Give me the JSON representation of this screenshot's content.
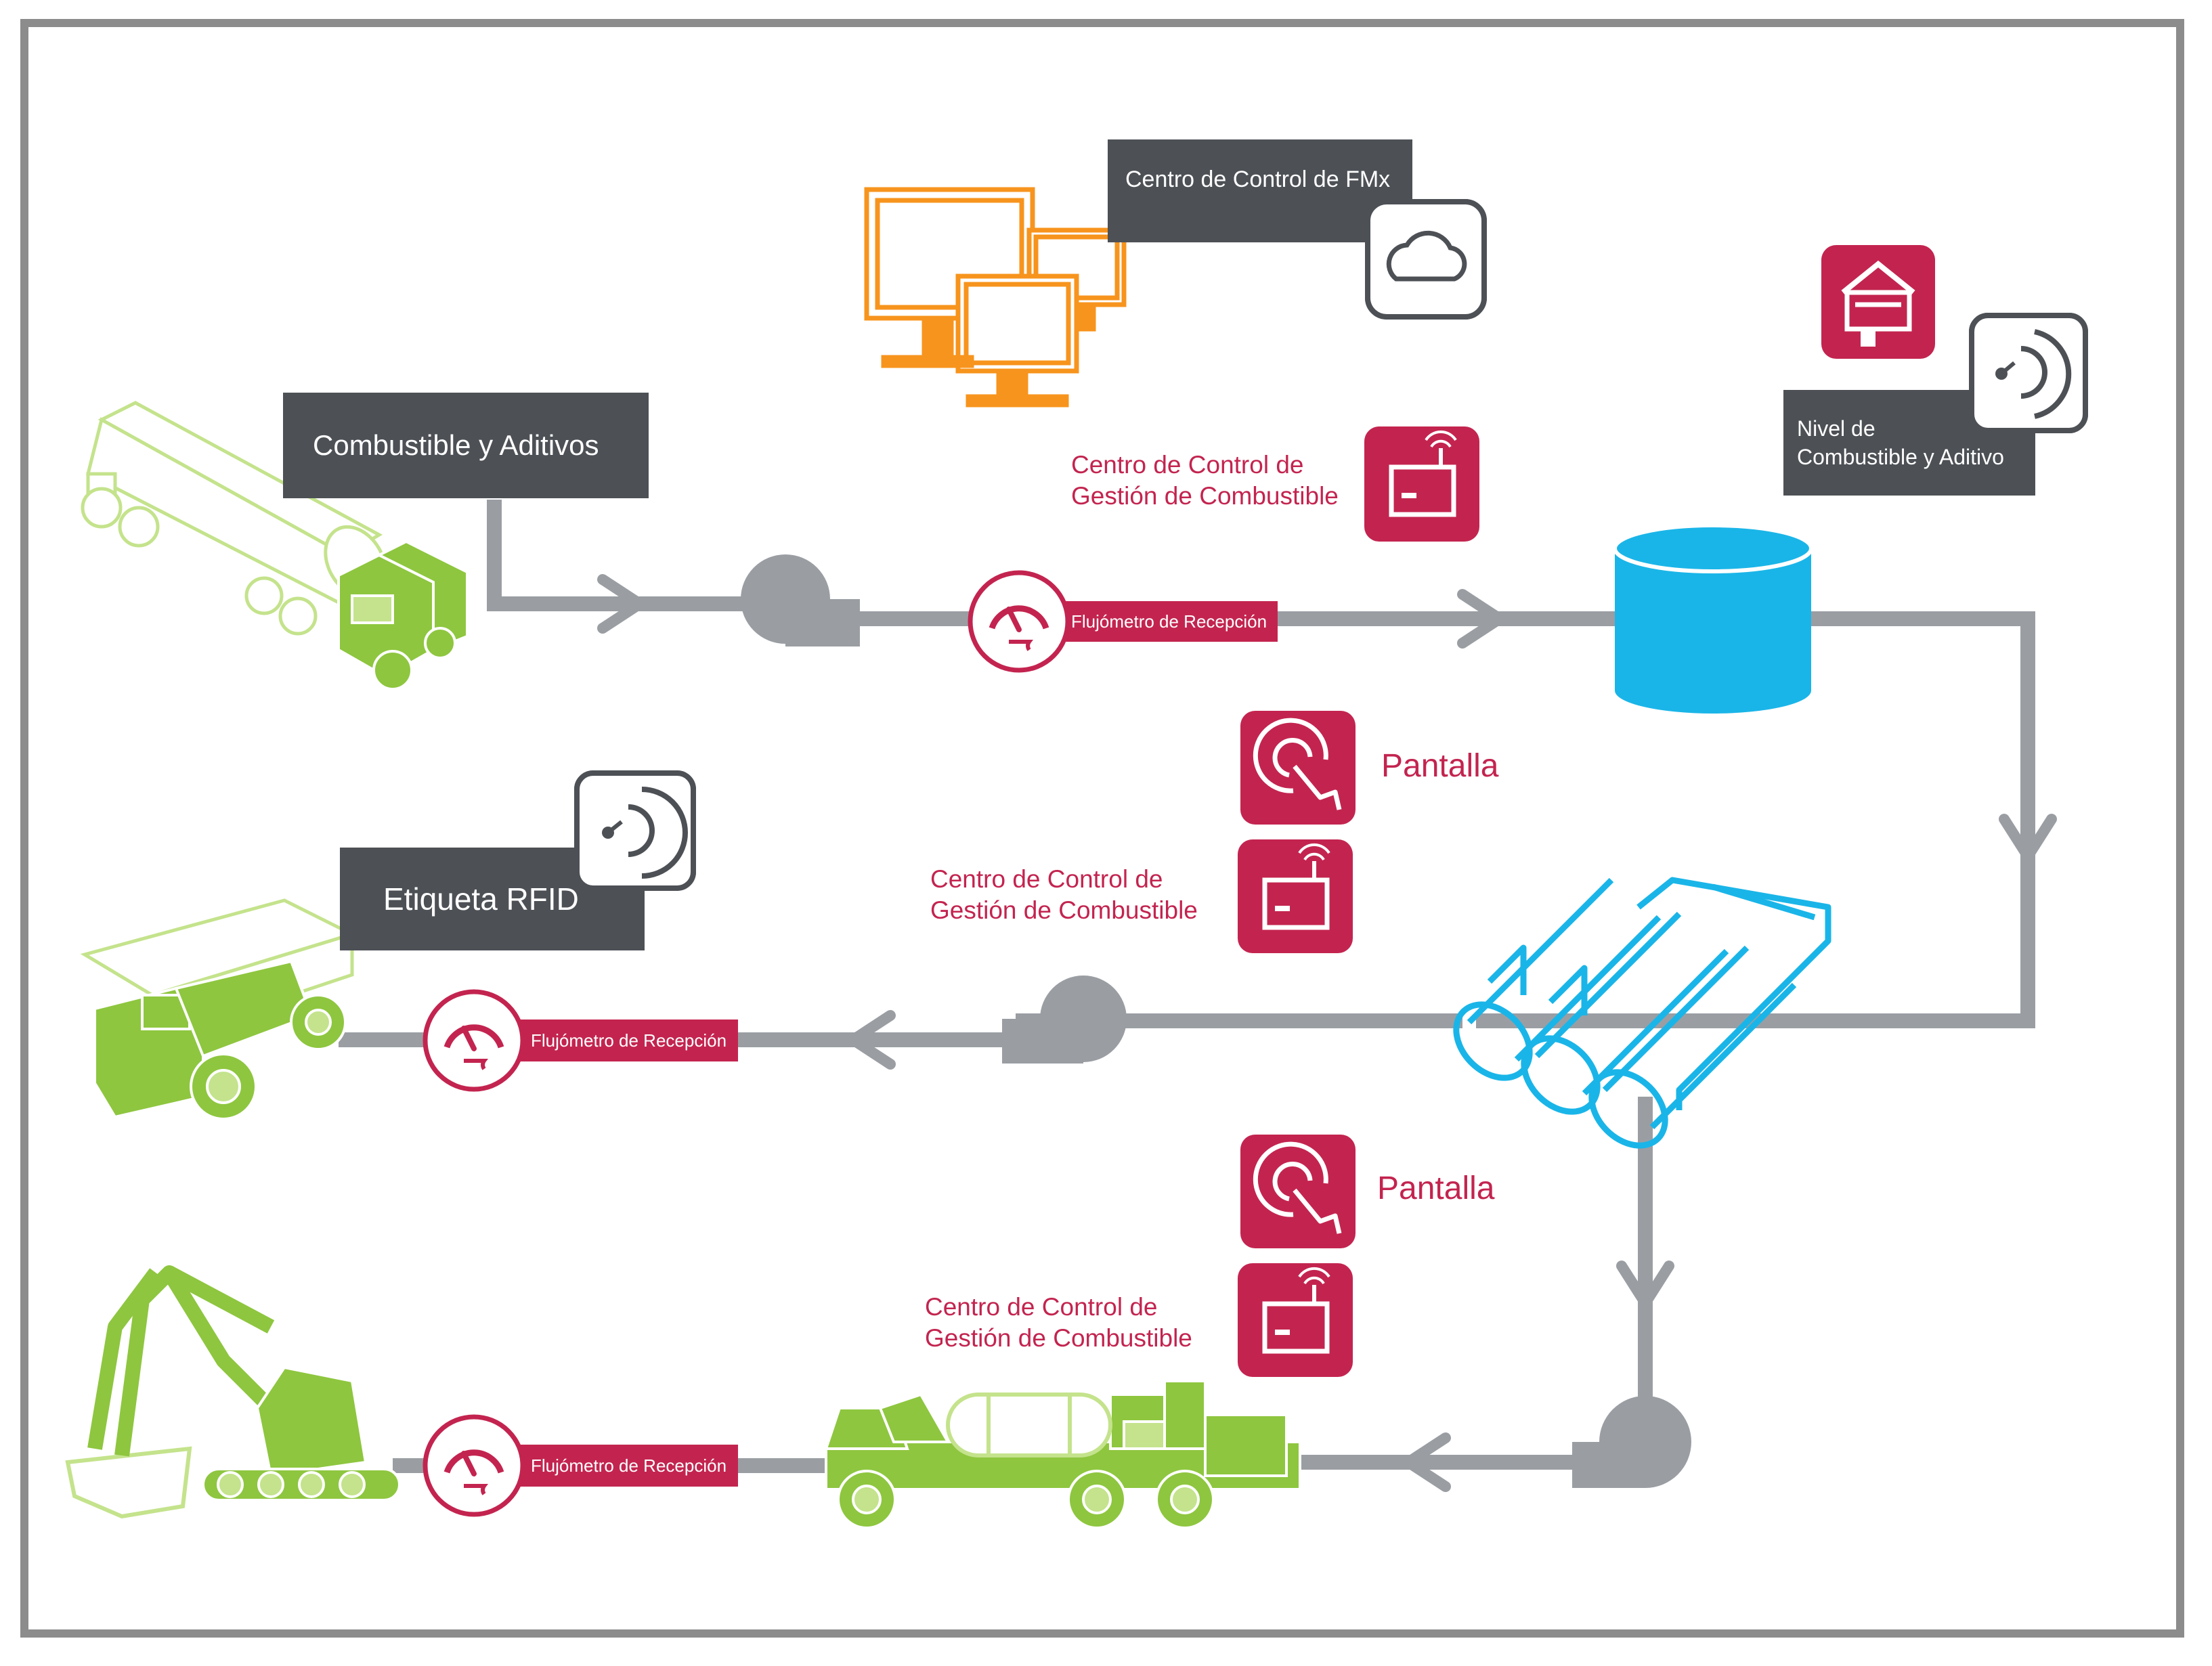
{
  "colors": {
    "pipe": "#9a9ea3",
    "accent_red": "#c3244f",
    "dark_label": "#4d5156",
    "vehicle_green": "#8ec63f",
    "vehicle_green_light": "#c4e38c",
    "tank_blue": "#1ab5e8",
    "monitor_orange": "#f7941d",
    "border_gray": "#8c8c8c"
  },
  "labels": {
    "fmx_center": "Centro de Control de FMx",
    "fuel_additives": "Combustible y Aditivos",
    "level_line1": "Nivel de",
    "level_line2": "Combustible y Aditivo",
    "rfid_tag": "Etiqueta RFID"
  },
  "fuel_control": {
    "line1": "Centro de Control de",
    "line2": "Gestión de Combustible"
  },
  "screen_label": "Pantalla",
  "flowmeter_label": "Flujómetro de Recepción",
  "icons": {
    "cloud": "cloud-icon",
    "monitors": "computer-monitors-icon",
    "controller": "fuel-controller-icon",
    "level_sensor": "level-sensor-icon",
    "rfid": "rfid-signal-icon",
    "touch_screen": "touch-screen-icon",
    "flowmeter": "flowmeter-gauge-icon",
    "pump": "pump-icon",
    "storage_tank": "storage-tank-icon",
    "tank_farm": "tank-farm-icon",
    "fuel_truck": "fuel-tanker-truck-icon",
    "haul_truck": "haul-truck-icon",
    "excavator": "excavator-icon",
    "lube_truck": "fuel-lube-truck-icon"
  }
}
